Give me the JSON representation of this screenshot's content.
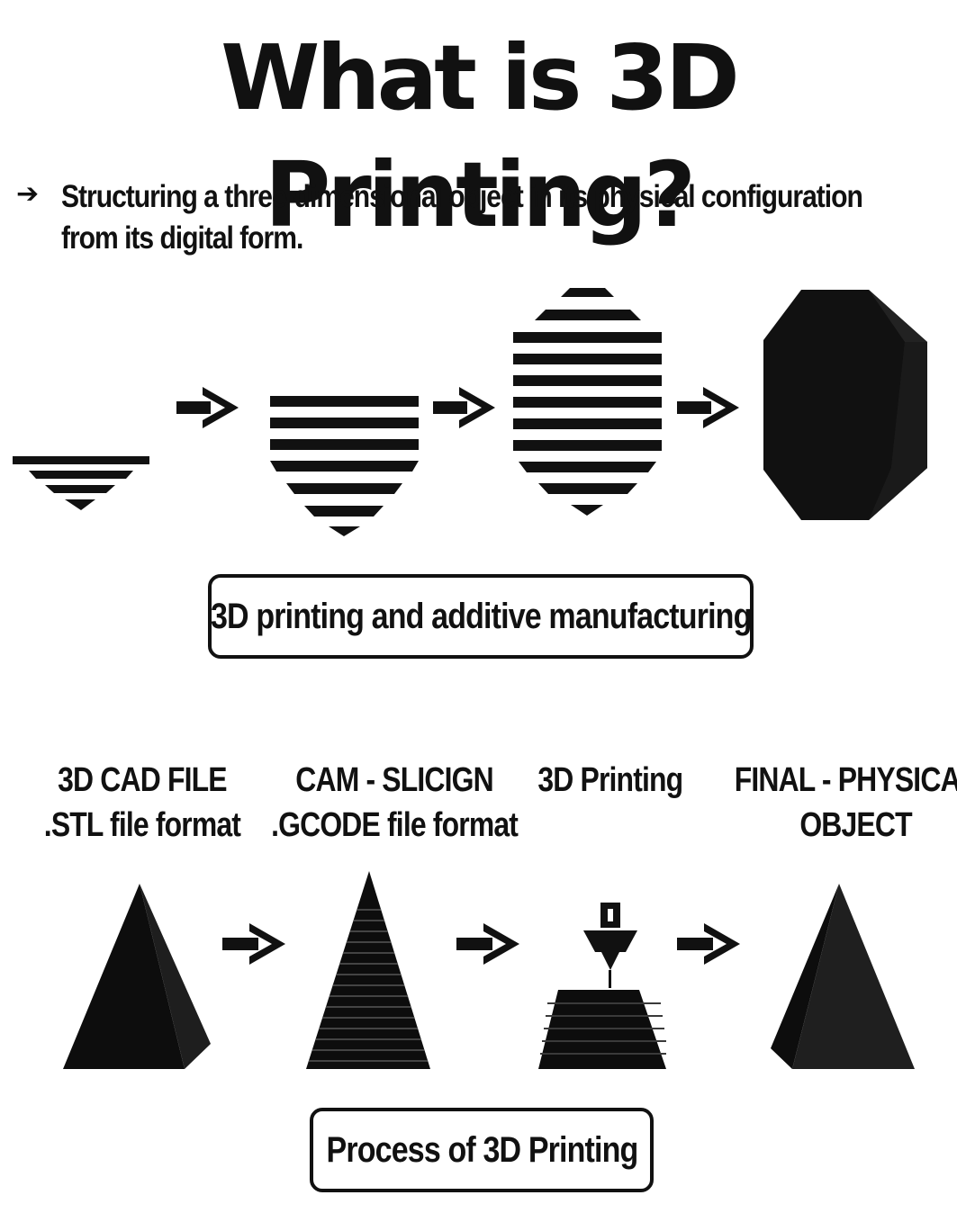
{
  "title": "What is 3D Printing?",
  "definition": {
    "arrow_icon": "right-arrow-icon",
    "line1": "Structuring a three-dimensional object in its physical configuration",
    "line2": "from its digital form."
  },
  "top_diagram": {
    "caption": "3D printing and additive manufacturing"
  },
  "process": {
    "steps": [
      {
        "line1": "3D CAD FILE",
        "line2": ".STL file format"
      },
      {
        "line1": "CAM - SLICIGN",
        "line2": ".GCODE file format"
      },
      {
        "line1": "3D Printing",
        "line2": ""
      },
      {
        "line1": "FINAL - PHYSICAL",
        "line2": "OBJECT"
      }
    ],
    "caption": "Process of 3D Printing"
  },
  "colors": {
    "ink": "#111111",
    "shade": "#2a2a2a",
    "background": "#ffffff"
  }
}
